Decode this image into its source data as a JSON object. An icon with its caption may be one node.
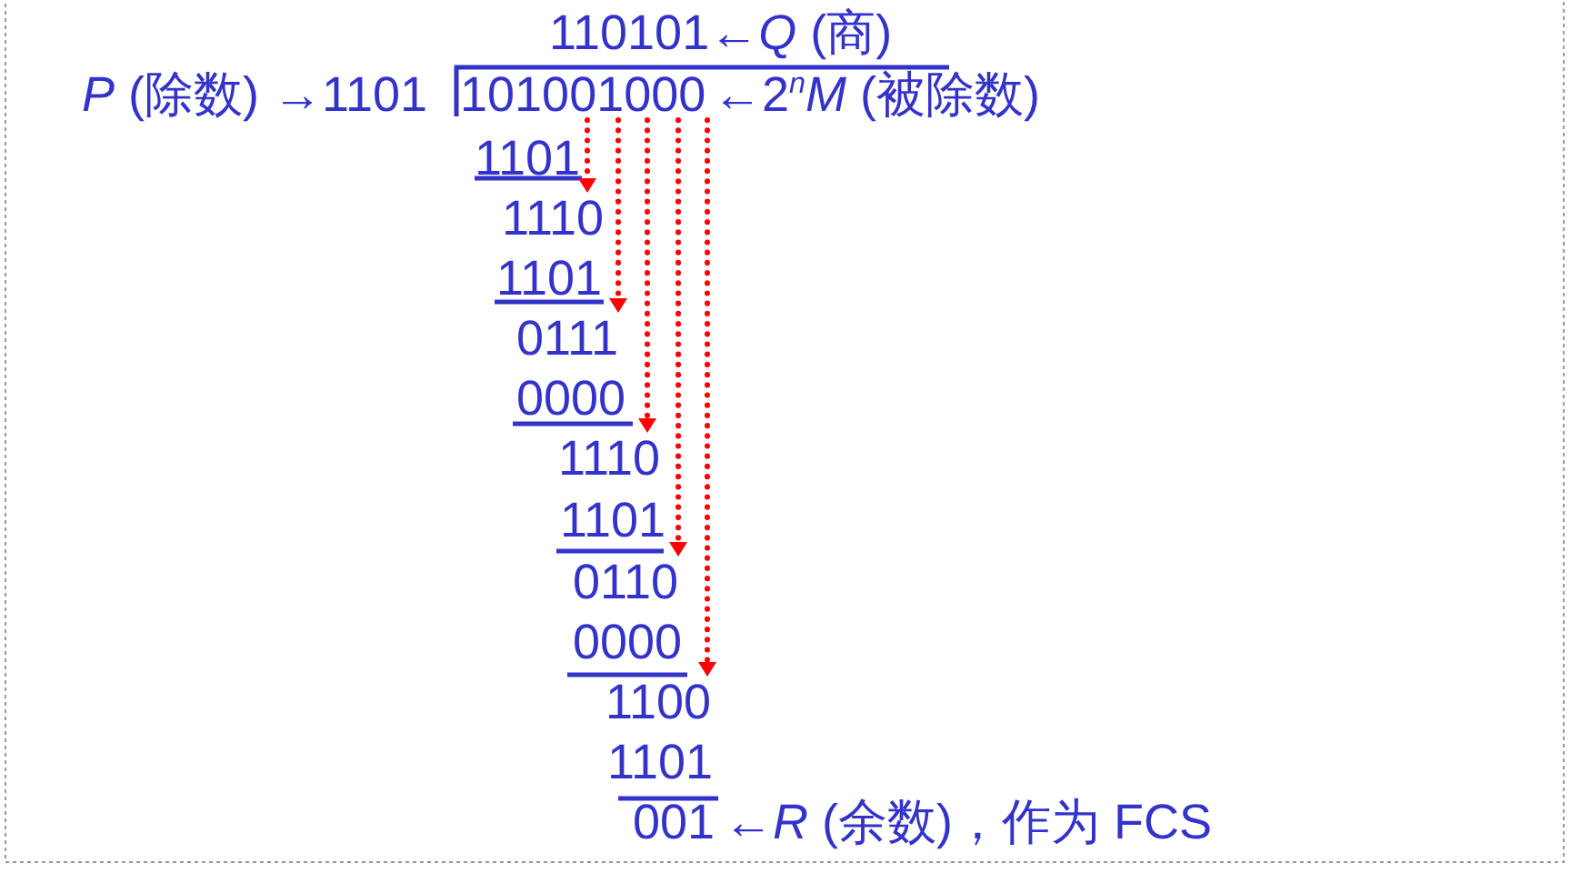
{
  "diagram": {
    "nodes": [
      {
        "text": [
          "101001000"
        ]
      },
      {
        "text": [
          "1101"
        ]
      },
      {
        "text": [
          "1110"
        ]
      },
      {
        "text": [
          "1101"
        ]
      },
      {
        "text": [
          "0111"
        ]
      },
      {
        "text": [
          "0000"
        ]
      },
      {
        "text": [
          "1110"
        ]
      },
      {
        "text": [
          "1101"
        ]
      },
      {
        "text": [
          "0110"
        ]
      },
      {
        "text": [
          "0000"
        ]
      },
      {
        "text": [
          "1100"
        ]
      },
      {
        "text": [
          "1101"
        ]
      },
      {
        "text": [
          "001"
        ]
      }
    ],
    "edges": [
      {
        "from": 0,
        "to": 2,
        "arrow": "to"
      },
      {
        "from": 0,
        "to": 4,
        "arrow": "to"
      },
      {
        "from": 0,
        "to": 6,
        "arrow": "to"
      },
      {
        "from": 0,
        "to": 8,
        "arrow": "to"
      },
      {
        "from": 0,
        "to": 10,
        "arrow": "to"
      }
    ],
    "labels": [
      "110101←*Q* (商)",
      "*P* (除数) →1101",
      "←2$^{n}$*M* (被除数)",
      "←*R* (余数)，作为 FCS"
    ]
  }
}
